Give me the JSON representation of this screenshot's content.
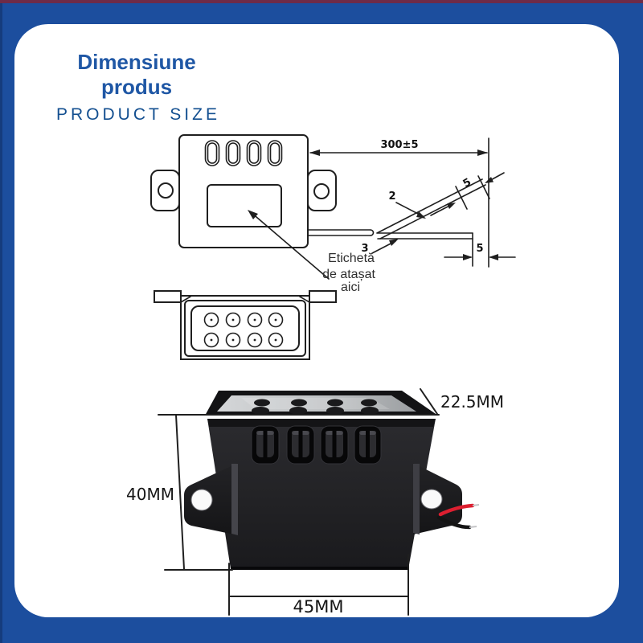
{
  "header": {
    "title_line1": "Dimensiune",
    "title_line2": "produs",
    "subtitle": "PRODUCT SIZE"
  },
  "label_note": {
    "line1": "Etichetă",
    "line2": "de atașat",
    "line3": "aici"
  },
  "cable_dimensions": {
    "length": "300±5",
    "upper_wire_ref": "2",
    "lower_wire_ref": "3",
    "upper_strip_length": "5",
    "lower_strip_length": "5"
  },
  "product_dimensions": {
    "depth": "22.5MM",
    "height": "40MM",
    "width": "45MM"
  },
  "colors": {
    "frame_blue": "#1c4e9e",
    "accent_strip": "#6e2b48",
    "card_white": "#ffffff",
    "title_blue": "#1f57a5",
    "subtitle_blue": "#134f90",
    "line_black": "#1f1f1f",
    "wire_red": "#dd1f30",
    "wire_black": "#141414"
  }
}
